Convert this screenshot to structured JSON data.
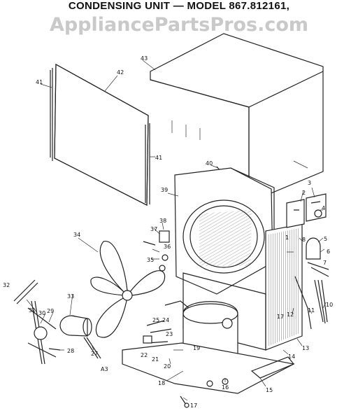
{
  "title": "CONDENSING UNIT — MODEL 867.812161,",
  "watermark": "AppliancePartsPros.com",
  "figure_code": "A3",
  "labels": {
    "l1": "1",
    "l2": "2",
    "l3": "3",
    "l4": "4",
    "l5": "5",
    "l6": "6",
    "l7": "7",
    "l8": "8",
    "l10": "10",
    "l11": "11",
    "l12": "12",
    "l13": "13",
    "l14": "14",
    "l15": "15",
    "l16": "16",
    "l17a": "17",
    "l17b": "17",
    "l18": "18",
    "l19": "19",
    "l20": "20",
    "l21": "21",
    "l22": "22",
    "l23": "23",
    "l24": "24",
    "l25": "25",
    "l27": "27",
    "l28": "28",
    "l29": "29",
    "l30": "30",
    "l31": "31",
    "l32": "32",
    "l33": "33",
    "l34": "34",
    "l35": "35",
    "l36": "36",
    "l37": "37",
    "l38": "38",
    "l39": "39",
    "l40": "40",
    "l41a": "41",
    "l41b": "41",
    "l42": "42",
    "l43": "43"
  }
}
